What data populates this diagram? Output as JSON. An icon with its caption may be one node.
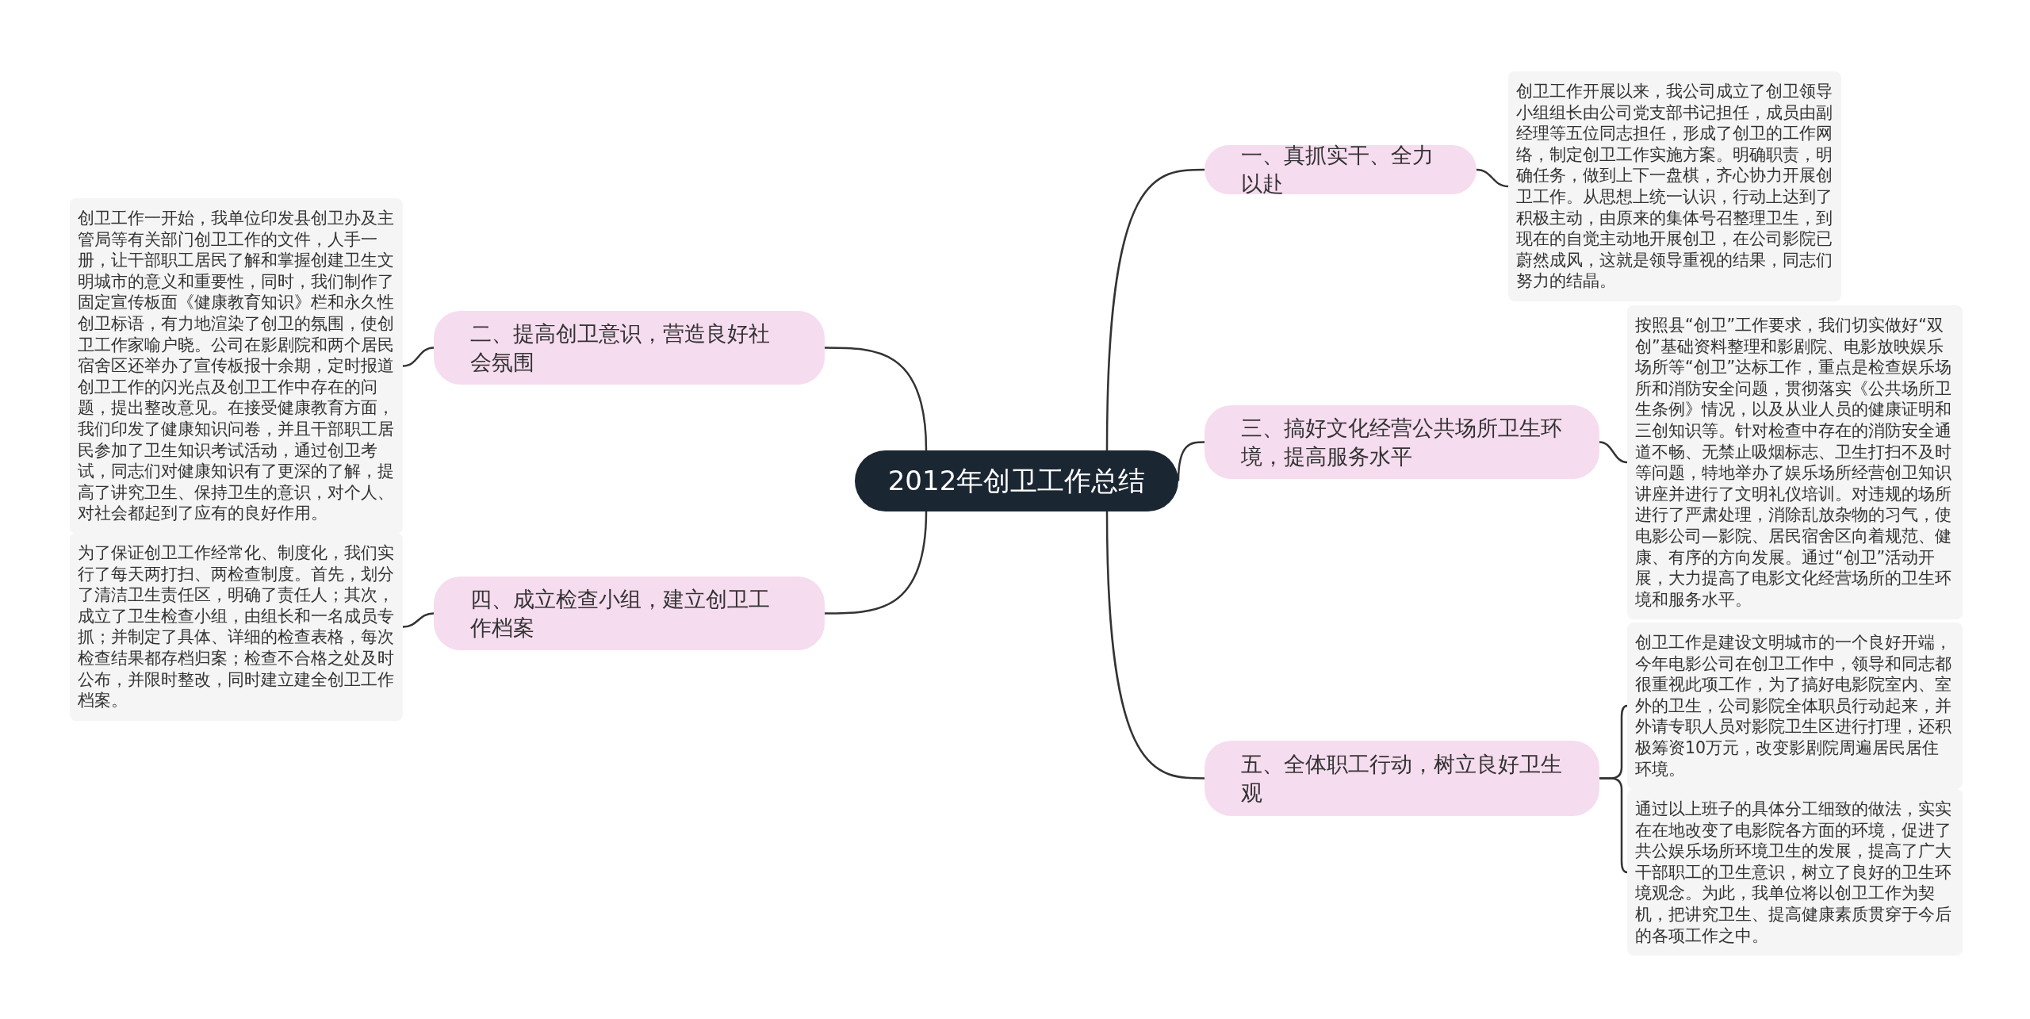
{
  "diagram": {
    "nodes": [
      {
        "text": [
          "2012年创卫工作总结"
        ]
      },
      {
        "text": [
          "一、真抓实干、全力以赴"
        ]
      },
      {
        "text": [
          "创卫工作开展以来，我公司成立了创卫领导小组组长由公司党支部书记担任，成员由副经理等五位同志担任，形成了创卫的工作网络，制定创卫工作实施方案。明确职责，明确任务，做到上下一盘棋，齐心协力开展创卫工作。从思想上统一认识，行动上达到了积极主动，由原来的集体号召整理卫生，到现在的自觉主动地开展创卫，在公司影院已蔚然成风，这就是领导重视的结果，同志们努力的结晶。"
        ]
      },
      {
        "text": [
          "二、提高创卫意识，营造良好社会氛围"
        ]
      },
      {
        "text": [
          "创卫工作一开始，我单位印发县创卫办及主管局等有关部门创卫工作的文件，人手一册，让干部职工居民了解和掌握创建卫生文明城市的意义和重要性，同时，我们制作了固定宣传板面《健康教育知识》栏和永久性创卫标语，有力地渲染了创卫的氛围，使创卫工作家喻户晓。公司在影剧院和两个居民宿舍区还举办了宣传板报十余期，定时报道创卫工作的闪光点及创卫工作中存在的问题，提出整改意见。在接受健康教育方面，我们印发了健康知识问卷，并且干部职工居民参加了卫生知识考试活动，通过创卫考试，同志们对健康知识有了更深的了解，提高了讲究卫生、保持卫生的意识，对个人、对社会都起到了应有的良好作用。"
        ]
      },
      {
        "text": [
          "三、搞好文化经营公共场所卫生环境，提高服务水平"
        ]
      },
      {
        "text": [
          "按照县“创卫”工作要求，我们切实做好“双创”基础资料整理和影剧院、电影放映娱乐场所等“创卫”达标工作，重点是检查娱乐场所和消防安全问题，贯彻落实《公共场所卫生条例》情况，以及从业人员的健康证明和三创知识等。针对检查中存在的消防安全通道不畅、无禁止吸烟标志、卫生打扫不及时等问题，特地举办了娱乐场所经营创卫知识讲座并进行了文明礼仪培训。对违规的场所进行了严肃处理，消除乱放杂物的习气，使电影公司—影院、居民宿舍区向着规范、健康、有序的方向发展。通过“创卫”活动开展，大力提高了电影文化经营场所的卫生环境和服务水平。"
        ]
      },
      {
        "text": [
          "四、成立检查小组，建立创卫工作档案"
        ]
      },
      {
        "text": [
          "为了保证创卫工作经常化、制度化，我们实行了每天两打扫、两检查制度。首先，划分了清洁卫生责任区，明确了责任人；其次，成立了卫生检查小组，由组长和一名成员专抓；并制定了具体、详细的检查表格，每次检查结果都存档归案；检查不合格之处及时公布，并限时整改，同时建立建全创卫工作档案。"
        ]
      },
      {
        "text": [
          "五、全体职工行动，树立良好卫生观"
        ]
      },
      {
        "text": [
          "创卫工作是建设文明城市的一个良好开端，今年电影公司在创卫工作中，领导和同志都很重视此项工作，为了搞好电影院室内、室外的卫生，公司影院全体职员行动起来，并外请专职人员对影院卫生区进行打理，还积极筹资10万元，改变影剧院周遍居民居住环境。"
        ]
      },
      {
        "text": [
          "通过以上班子的具体分工细致的做法，实实在在地改变了电影院各方面的环境，促进了共公娱乐场所环境卫生的发展，提高了广大干部职工的卫生意识，树立了良好的卫生环境观念。为此，我单位将以创卫工作为契机，把讲究卫生、提高健康素质贯穿于今后的各项工作之中。"
        ]
      }
    ],
    "edges": [
      {
        "from": 0,
        "to": 1,
        "arrow": "none"
      },
      {
        "from": 1,
        "to": 2,
        "arrow": "none"
      },
      {
        "from": 0,
        "to": 3,
        "arrow": "none"
      },
      {
        "from": 3,
        "to": 4,
        "arrow": "none"
      },
      {
        "from": 0,
        "to": 5,
        "arrow": "none"
      },
      {
        "from": 5,
        "to": 6,
        "arrow": "none"
      },
      {
        "from": 0,
        "to": 7,
        "arrow": "none"
      },
      {
        "from": 7,
        "to": 8,
        "arrow": "none"
      },
      {
        "from": 0,
        "to": 9,
        "arrow": "none"
      },
      {
        "from": 9,
        "to": 10,
        "arrow": "none"
      },
      {
        "from": 9,
        "to": 11,
        "arrow": "none"
      }
    ]
  }
}
